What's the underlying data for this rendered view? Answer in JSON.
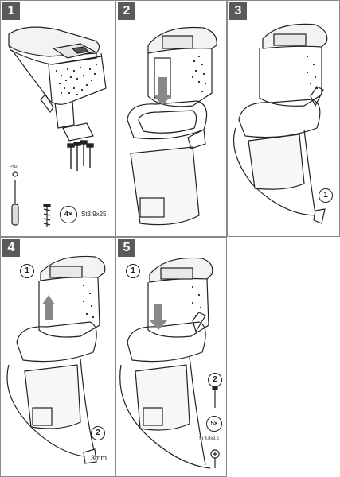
{
  "steps": [
    {
      "number": "1"
    },
    {
      "number": "2"
    },
    {
      "number": "3"
    },
    {
      "number": "4"
    },
    {
      "number": "5"
    }
  ],
  "panel1": {
    "quantity": "4×",
    "screw_spec": "St3.9x25",
    "tool_hint": "PH2"
  },
  "panel3": {
    "substep": "1"
  },
  "panel4": {
    "substep_top": "1",
    "substep_bottom": "2",
    "drill_size": "3mm"
  },
  "panel5": {
    "substep_top": "1",
    "substep_bottom": "2",
    "quantity": "5×",
    "screw_spec": "St 4,8x9,5"
  },
  "colors": {
    "badge": "#5a5a5a",
    "line": "#222222",
    "border": "#8a8a8a"
  }
}
